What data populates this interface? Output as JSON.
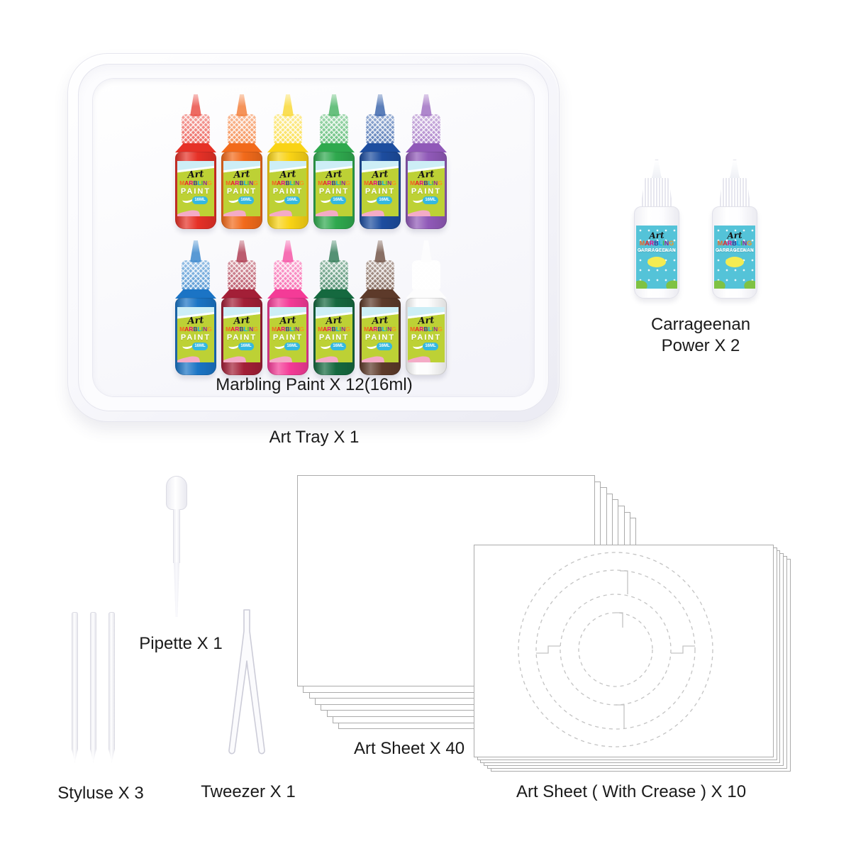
{
  "theme": {
    "text_color": "#1a1a1a",
    "paint_label_bg": "#bdd135",
    "paint_label_swoosh": "#cdeef6",
    "paint_label_pink": "#f4abc6",
    "badge_bg": "#35b8e0",
    "carr_label_bg": "#54c3d8",
    "carr_blob": "#f3ec52",
    "carr_leaf": "#7fc243",
    "sheet_border": "#ababab",
    "crease_line": "#c3c3c3"
  },
  "tray": {
    "caption": "Marbling Paint X 12(16ml)",
    "label": "Art Tray X 1"
  },
  "paint_bottle_label": {
    "brand": "Art",
    "line1": "MARBLING",
    "line2": "PAINT",
    "size_badge": "16ML",
    "letter_colors": [
      "#f26522",
      "#ed1c24",
      "#ec008c",
      "#2e3192",
      "#00aeef",
      "#39b54a",
      "#92278f",
      "#f7941d"
    ]
  },
  "paint_bottles": {
    "row1": [
      {
        "name": "red",
        "color": "#e63127"
      },
      {
        "name": "orange",
        "color": "#f26a1b"
      },
      {
        "name": "yellow",
        "color": "#f9d315"
      },
      {
        "name": "green",
        "color": "#2fa94e"
      },
      {
        "name": "blue",
        "color": "#1d4d9f"
      },
      {
        "name": "purple",
        "color": "#9059b8"
      }
    ],
    "row2": [
      {
        "name": "azure-blue",
        "color": "#1b74c5"
      },
      {
        "name": "dark-red",
        "color": "#a31f37"
      },
      {
        "name": "pink",
        "color": "#f43b97"
      },
      {
        "name": "dark-green",
        "color": "#15693f"
      },
      {
        "name": "brown",
        "color": "#5d3a2a"
      },
      {
        "name": "white",
        "color": "#fdfdfd"
      }
    ]
  },
  "carrageenan": {
    "count": 2,
    "caption_line1": "Carrageenan",
    "caption_line2": "Power X 2",
    "label": {
      "brand": "Art",
      "line1": "MARBLING",
      "line2": "CARRAGEENAN"
    }
  },
  "tools": {
    "pipette_label": "Pipette X 1",
    "stylus_label": "Styluse X 3",
    "stylus_count": 3,
    "tweezer_label": "Tweezer X 1"
  },
  "sheets": {
    "plain": {
      "label": "Art Sheet X 40",
      "stack_count": 8
    },
    "creased": {
      "label": "Art Sheet ( With Crease ) X 10",
      "stack_count": 6
    }
  }
}
